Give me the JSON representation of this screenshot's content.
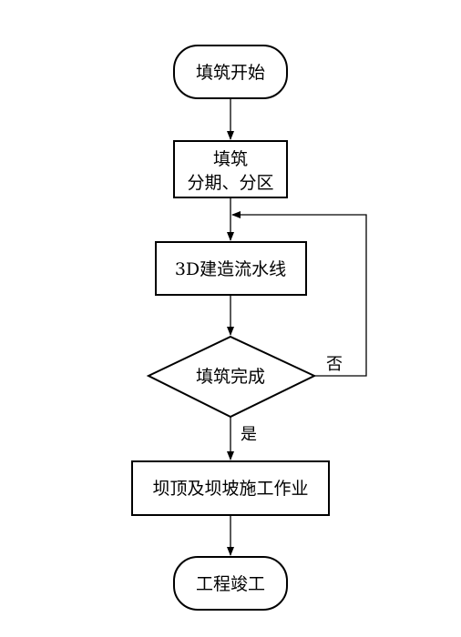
{
  "diagram": {
    "nodes": {
      "start": "填筑开始",
      "phase_line1": "填筑",
      "phase_line2": "分期、分区",
      "pipeline": "3D建造流水线",
      "decision": "填筑完成",
      "crest": "坝顶及坝坡施工作业",
      "end": "工程竣工"
    },
    "branch_labels": {
      "no": "否",
      "yes": "是"
    },
    "edges": [
      {
        "from": "start",
        "to": "phase"
      },
      {
        "from": "phase",
        "to": "pipeline"
      },
      {
        "from": "pipeline",
        "to": "decision"
      },
      {
        "from": "decision",
        "to": "pipeline",
        "label": "否"
      },
      {
        "from": "decision",
        "to": "crest",
        "label": "是"
      },
      {
        "from": "crest",
        "to": "end"
      }
    ]
  }
}
